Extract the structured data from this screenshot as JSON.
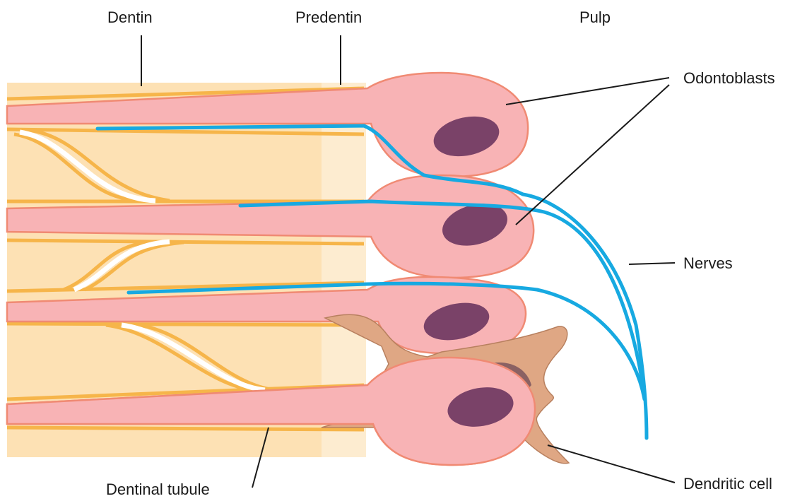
{
  "labels": {
    "dentin": "Dentin",
    "predentin": "Predentin",
    "pulp": "Pulp",
    "odontoblasts": "Odontoblasts",
    "nerves": "Nerves",
    "dentinal_tubule": "Dentinal tubule",
    "dendritic_cell": "Dendritic cell"
  },
  "colors": {
    "dentin": "#fde1b4",
    "predentin": "#fdecd0",
    "tubule_wall": "#f6b54a",
    "cell_fill": "#f8b3b5",
    "cell_stroke": "#f08a73",
    "nucleus": "#7a4268",
    "nerve": "#17a9e1",
    "dendritic_cell": "#dfa784",
    "dendritic_nucleus": "#8a6163",
    "leader_line": "#1a1a1a"
  }
}
